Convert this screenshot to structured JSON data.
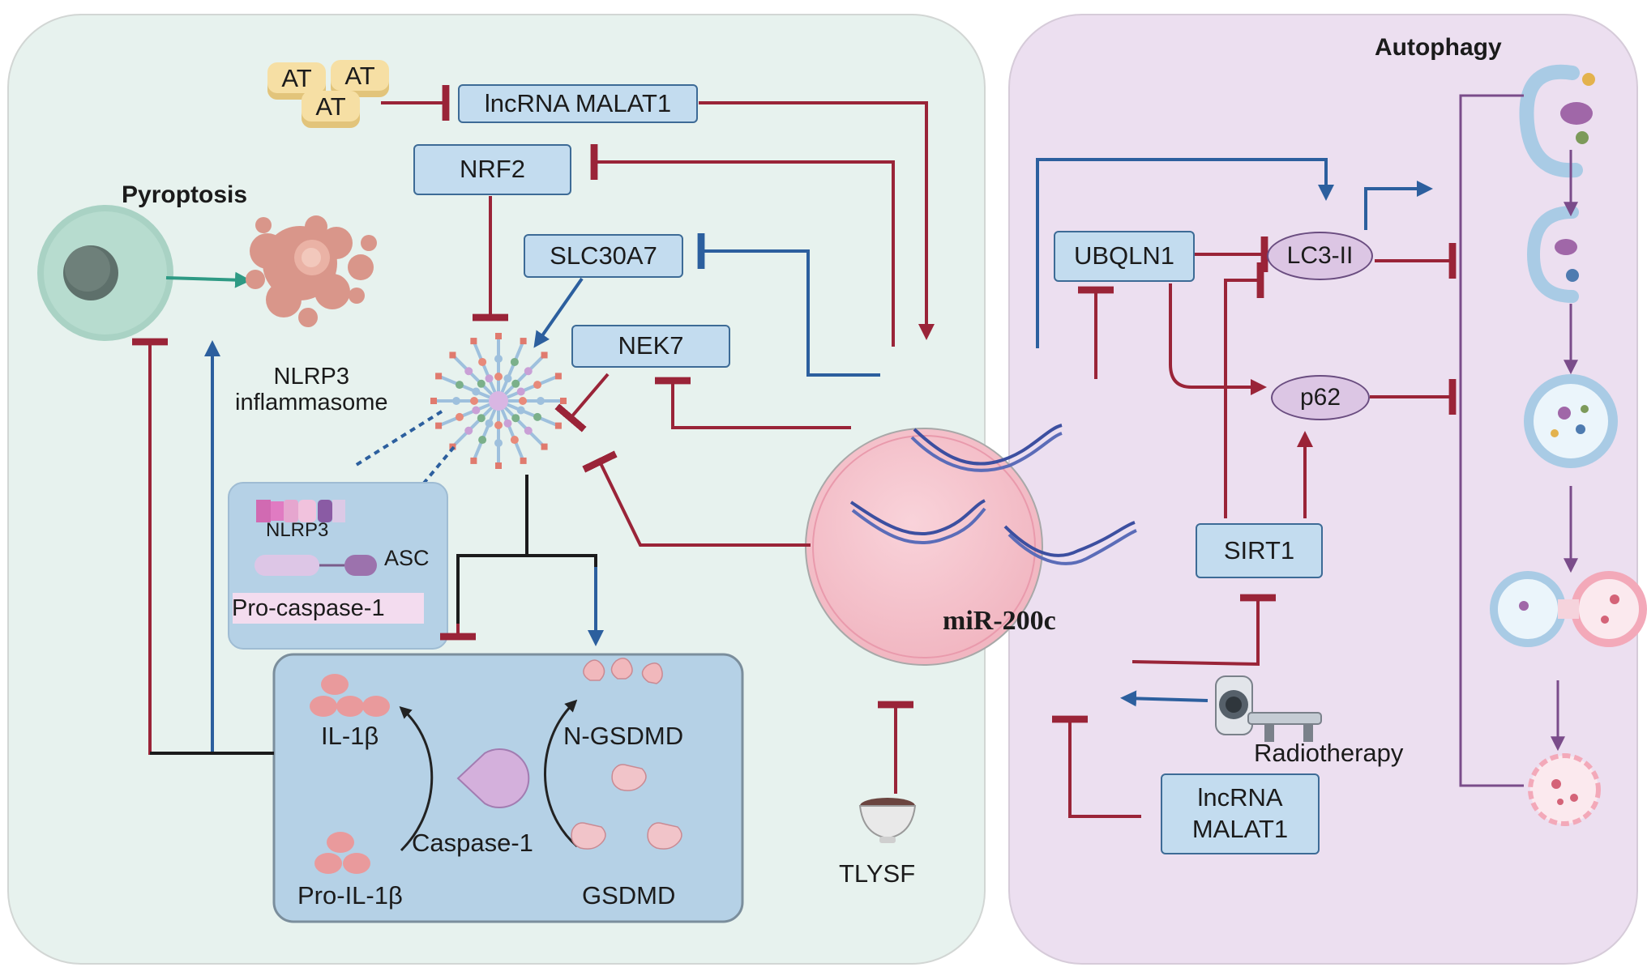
{
  "panels": {
    "left_title": "Pyroptosis",
    "right_title": "Autophagy"
  },
  "labels": {
    "at": "AT",
    "lncrna_malat1_top": "lncRNA MALAT1",
    "nrf2": "NRF2",
    "slc30a7": "SLC30A7",
    "nek7": "NEK7",
    "nlrp3_inflammasome": "NLRP3\ninflammasome",
    "nlrp3_small": "NLRP3",
    "asc": "ASC",
    "pro_caspase1": "Pro-caspase-1",
    "il1b": "IL-1β",
    "pro_il1b": "Pro-IL-1β",
    "caspase1": "Caspase-1",
    "n_gsdmd": "N-GSDMD",
    "gsdmd": "GSDMD",
    "mir200c": "miR-200c",
    "tlysf": "TLYSF",
    "ubqln1": "UBQLN1",
    "lc3": "LC3-II",
    "p62": "p62",
    "sirt1": "SIRT1",
    "radiotherapy": "Radiotherapy",
    "lncrna_malat1_bottom": "lncRNA\nMALAT1"
  },
  "colors": {
    "left_panel": "#e7f2ee",
    "right_panel": "#ecdff0",
    "inhibit": "#9a2438",
    "activate": "#2c5f9e",
    "pyroptosis_arrow": "#2e9a84",
    "autophagy_arrow": "#7a4c8a",
    "mir_circle": "#f5c3cd",
    "box_fill": "#c3dcef"
  }
}
